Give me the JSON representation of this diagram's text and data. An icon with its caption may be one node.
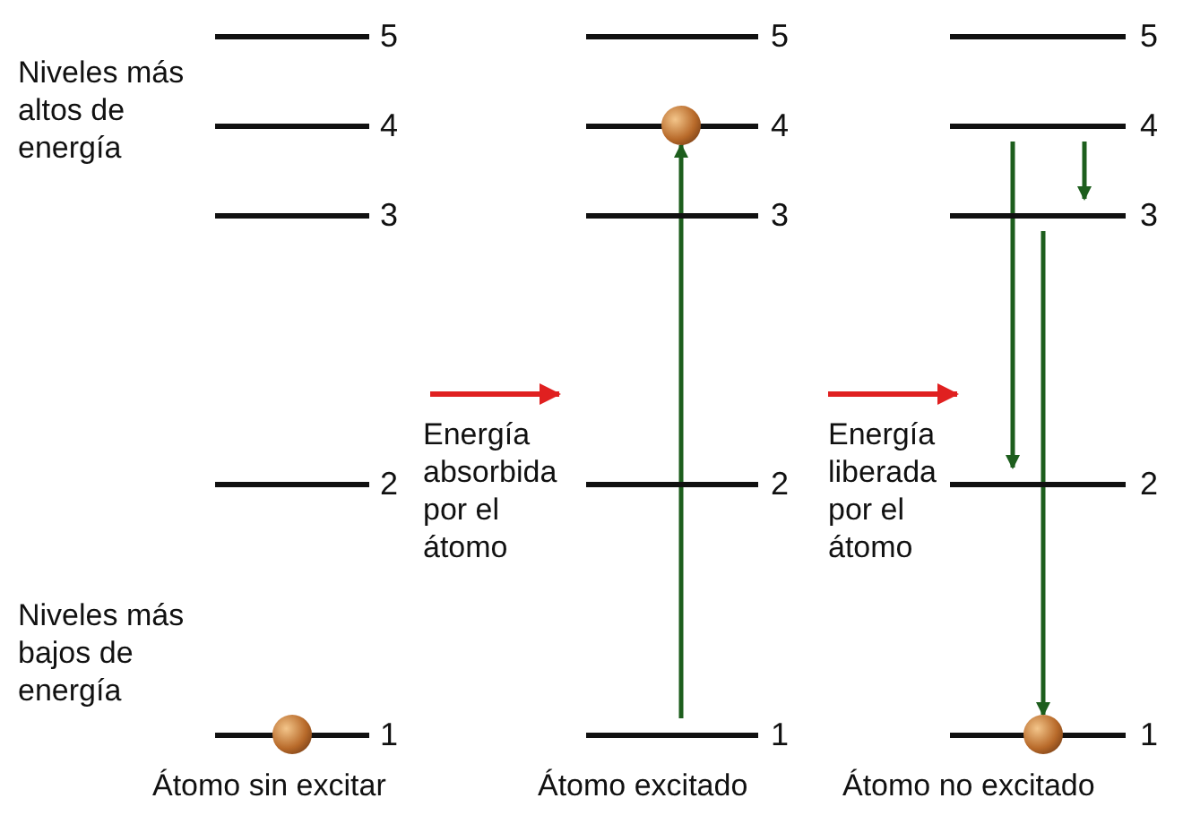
{
  "diagram": {
    "nodes": [
      {
        "text": [
          "5"
        ]
      },
      {
        "text": [
          "4"
        ]
      },
      {
        "text": [
          "3"
        ]
      },
      {
        "text": [
          "2"
        ]
      },
      {
        "text": [
          "1"
        ]
      },
      {
        "text": [],
        "shape": "circle"
      },
      {
        "text": [
          "5"
        ]
      },
      {
        "text": [
          "4"
        ]
      },
      {
        "text": [
          "3"
        ]
      },
      {
        "text": [
          "2"
        ]
      },
      {
        "text": [
          "1"
        ]
      },
      {
        "text": [],
        "shape": "circle"
      },
      {
        "text": [
          "5"
        ]
      },
      {
        "text": [
          "4"
        ]
      },
      {
        "text": [
          "3"
        ]
      },
      {
        "text": [
          "2"
        ]
      },
      {
        "text": [
          "1"
        ]
      },
      {
        "text": [],
        "shape": "circle"
      }
    ],
    "edges": [
      {
        "from": 10,
        "to": 11,
        "arrow": "to"
      },
      {
        "from": 13,
        "to": 15,
        "arrow": "to"
      },
      {
        "from": 14,
        "to": 17,
        "arrow": "to"
      },
      {
        "from": 13,
        "to": 14,
        "arrow": "to"
      }
    ],
    "labels": [
      "Niveles más altos de energía",
      "Energía absorbida por el átomo",
      "Energía liberada por el átomo",
      "Niveles más bajos de energía",
      "Átomo sin excitar",
      "Átomo excitado",
      "Átomo no excitado"
    ]
  }
}
